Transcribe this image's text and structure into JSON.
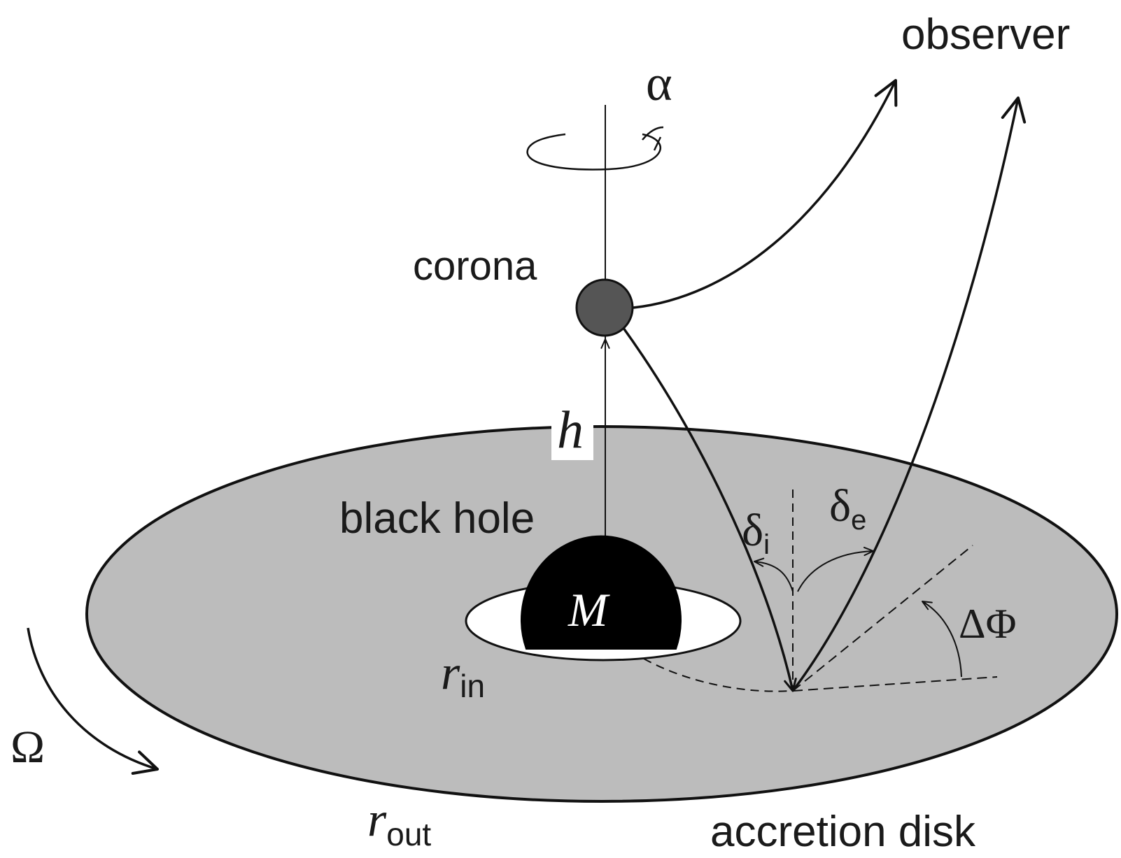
{
  "labels": {
    "observer": "observer",
    "alpha": "α",
    "corona": "corona",
    "h": "h",
    "black_hole": "black hole",
    "mass": "M",
    "delta_i": "δ",
    "delta_i_sub": "i",
    "delta_e": "δ",
    "delta_e_sub": "e",
    "delta_phi": "ΔΦ",
    "r_in": "r",
    "r_in_sub": "in",
    "omega": "Ω",
    "r_out": "r",
    "r_out_sub": "out",
    "accretion_disk": "accretion disk"
  },
  "colors": {
    "disk_fill": "#bcbcbc",
    "corona_fill": "#555555",
    "black_hole_fill": "#000000",
    "stroke": "#111111"
  }
}
